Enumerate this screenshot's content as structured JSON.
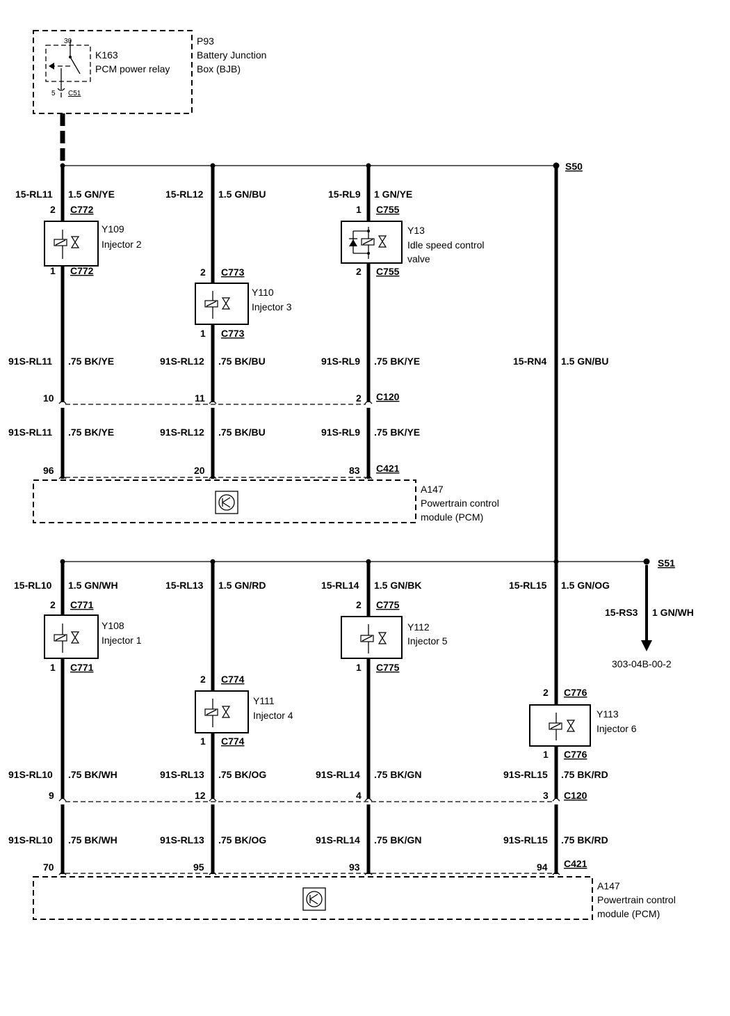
{
  "relay_box": {
    "pin_top": "30",
    "pin_bottom": "5",
    "connector": "C51",
    "relay_id": "K163",
    "relay_name": "PCM power relay",
    "box_id": "P93",
    "box_name_1": "Battery Junction",
    "box_name_2": "Box (BJB)"
  },
  "splices": {
    "top": "S50",
    "bottom": "S51"
  },
  "top_row": {
    "col1": {
      "wire_top": "15-RL11",
      "wire_top_spec": "1.5 GN/YE",
      "pin_top": "2",
      "conn_top": "C772",
      "pin_bot": "1",
      "conn_bot": "C772",
      "comp_id": "Y109",
      "comp_name": "Injector 2",
      "wire_mid": "91S-RL11",
      "wire_mid_spec": ".75 BK/YE",
      "c120_pin": "10",
      "wire_low": "91S-RL11",
      "wire_low_spec": ".75 BK/YE",
      "pcm_pin": "96"
    },
    "col2": {
      "wire_top": "15-RL12",
      "wire_top_spec": "1.5 GN/BU",
      "pin_top": "2",
      "conn_top": "C773",
      "pin_bot": "1",
      "conn_bot": "C773",
      "comp_id": "Y110",
      "comp_name": "Injector 3",
      "wire_mid": "91S-RL12",
      "wire_mid_spec": ".75 BK/BU",
      "c120_pin": "11",
      "wire_low": "91S-RL12",
      "wire_low_spec": ".75 BK/BU",
      "pcm_pin": "20"
    },
    "col3": {
      "wire_top": "15-RL9",
      "wire_top_spec": "1 GN/YE",
      "pin_top": "1",
      "conn_top": "C755",
      "pin_bot": "2",
      "conn_bot": "C755",
      "comp_id": "Y13",
      "comp_name_1": "Idle speed control",
      "comp_name_2": "valve",
      "wire_mid": "91S-RL9",
      "wire_mid_spec": ".75 BK/YE",
      "c120_pin": "2",
      "c120_conn": "C120",
      "wire_low": "91S-RL9",
      "wire_low_spec": ".75 BK/YE",
      "pcm_pin": "83",
      "pcm_conn": "C421"
    },
    "col4": {
      "wire": "15-RN4",
      "wire_spec": "1.5 GN/BU"
    },
    "pcm": {
      "id": "A147",
      "name_1": "Powertrain control",
      "name_2": "module (PCM)"
    }
  },
  "bottom_row": {
    "col1": {
      "wire_top": "15-RL10",
      "wire_top_spec": "1.5 GN/WH",
      "pin_top": "2",
      "conn_top": "C771",
      "pin_bot": "1",
      "conn_bot": "C771",
      "comp_id": "Y108",
      "comp_name": "Injector 1",
      "wire_mid": "91S-RL10",
      "wire_mid_spec": ".75 BK/WH",
      "c120_pin": "9",
      "wire_low": "91S-RL10",
      "wire_low_spec": ".75 BK/WH",
      "pcm_pin": "70"
    },
    "col2": {
      "wire_top": "15-RL13",
      "wire_top_spec": "1.5 GN/RD",
      "pin_top": "2",
      "conn_top": "C774",
      "pin_bot": "1",
      "conn_bot": "C774",
      "comp_id": "Y111",
      "comp_name": "Injector 4",
      "wire_mid": "91S-RL13",
      "wire_mid_spec": ".75 BK/OG",
      "c120_pin": "12",
      "wire_low": "91S-RL13",
      "wire_low_spec": ".75 BK/OG",
      "pcm_pin": "95"
    },
    "col3": {
      "wire_top": "15-RL14",
      "wire_top_spec": "1.5 GN/BK",
      "pin_top": "2",
      "conn_top": "C775",
      "pin_bot": "1",
      "conn_bot": "C775",
      "comp_id": "Y112",
      "comp_name": "Injector 5",
      "wire_mid": "91S-RL14",
      "wire_mid_spec": ".75 BK/GN",
      "c120_pin": "4",
      "wire_low": "91S-RL14",
      "wire_low_spec": ".75 BK/GN",
      "pcm_pin": "93"
    },
    "col4": {
      "wire_top": "15-RL15",
      "wire_top_spec": "1.5 GN/OG",
      "pin_top": "2",
      "conn_top": "C776",
      "pin_bot": "1",
      "conn_bot": "C776",
      "comp_id": "Y113",
      "comp_name": "Injector 6",
      "wire_mid": "91S-RL15",
      "wire_mid_spec": ".75 BK/RD",
      "c120_pin": "3",
      "c120_conn": "C120",
      "wire_low": "91S-RL15",
      "wire_low_spec": ".75 BK/RD",
      "pcm_pin": "94",
      "pcm_conn": "C421"
    },
    "branch": {
      "wire": "15-RS3",
      "wire_spec": "1 GN/WH",
      "ref": "303-04B-00-2"
    },
    "pcm": {
      "id": "A147",
      "name_1": "Powertrain control",
      "name_2": "module (PCM)"
    }
  }
}
